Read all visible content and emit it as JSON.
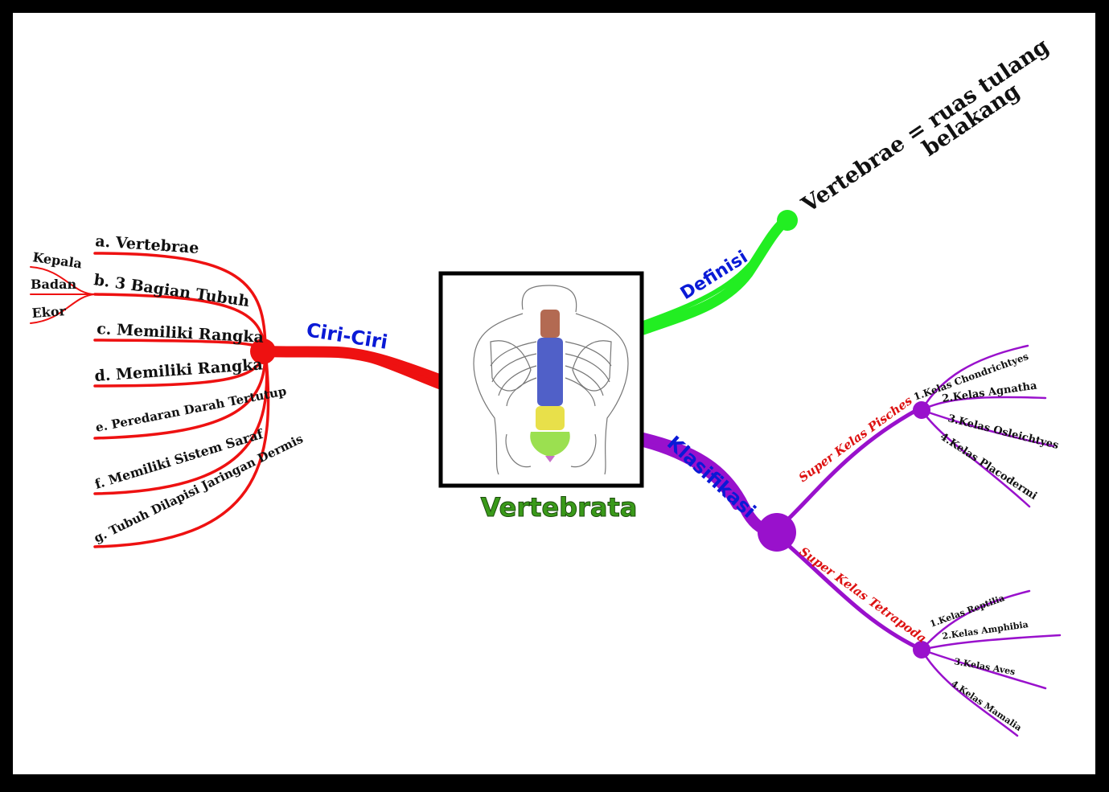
{
  "center": {
    "title": "Vertebrata",
    "image": "spine-anatomy-illustration"
  },
  "definisi": {
    "label": "Definisi",
    "line1": "Vertebrae  = ruas tulang",
    "line2": "belakang"
  },
  "ciri": {
    "label": "Ciri-Ciri",
    "items": [
      "a. Vertebrae",
      "b. 3 Bagian Tubuh",
      "c. Memiliki Rangka",
      "d. Memiliki Rangka",
      "e. Peredaran Darah Tertutup",
      "f. Memiliki Sistem Saraf",
      "g. Tubuh Dilapisi Jaringan Dermis"
    ],
    "bagian": [
      "Kepala",
      "Badan",
      "Ekor"
    ]
  },
  "klasifikasi": {
    "label": "Klasifikasi",
    "pisches": {
      "label": "Super Kelas Pisches",
      "items": [
        "1.Kelas Chondrichtyes",
        "2.Kelas Agnatha",
        "3.Kelas Osleichtyes",
        "4.Kelas Placodermi"
      ]
    },
    "tetrapoda": {
      "label": "Super Kelas Tetrapoda",
      "items": [
        "1.Kelas Reptilia",
        "2.Kelas Amphibia",
        "3.Kelas Aves",
        "4.Kelas Mamalia"
      ]
    }
  },
  "colors": {
    "ciri": "#ee1111",
    "definisi": "#22ee22",
    "klasifikasi": "#9911cc",
    "branch_text": "#0a1ad6",
    "subclass_text": "#dd1111",
    "title": "#3a9a1a"
  }
}
